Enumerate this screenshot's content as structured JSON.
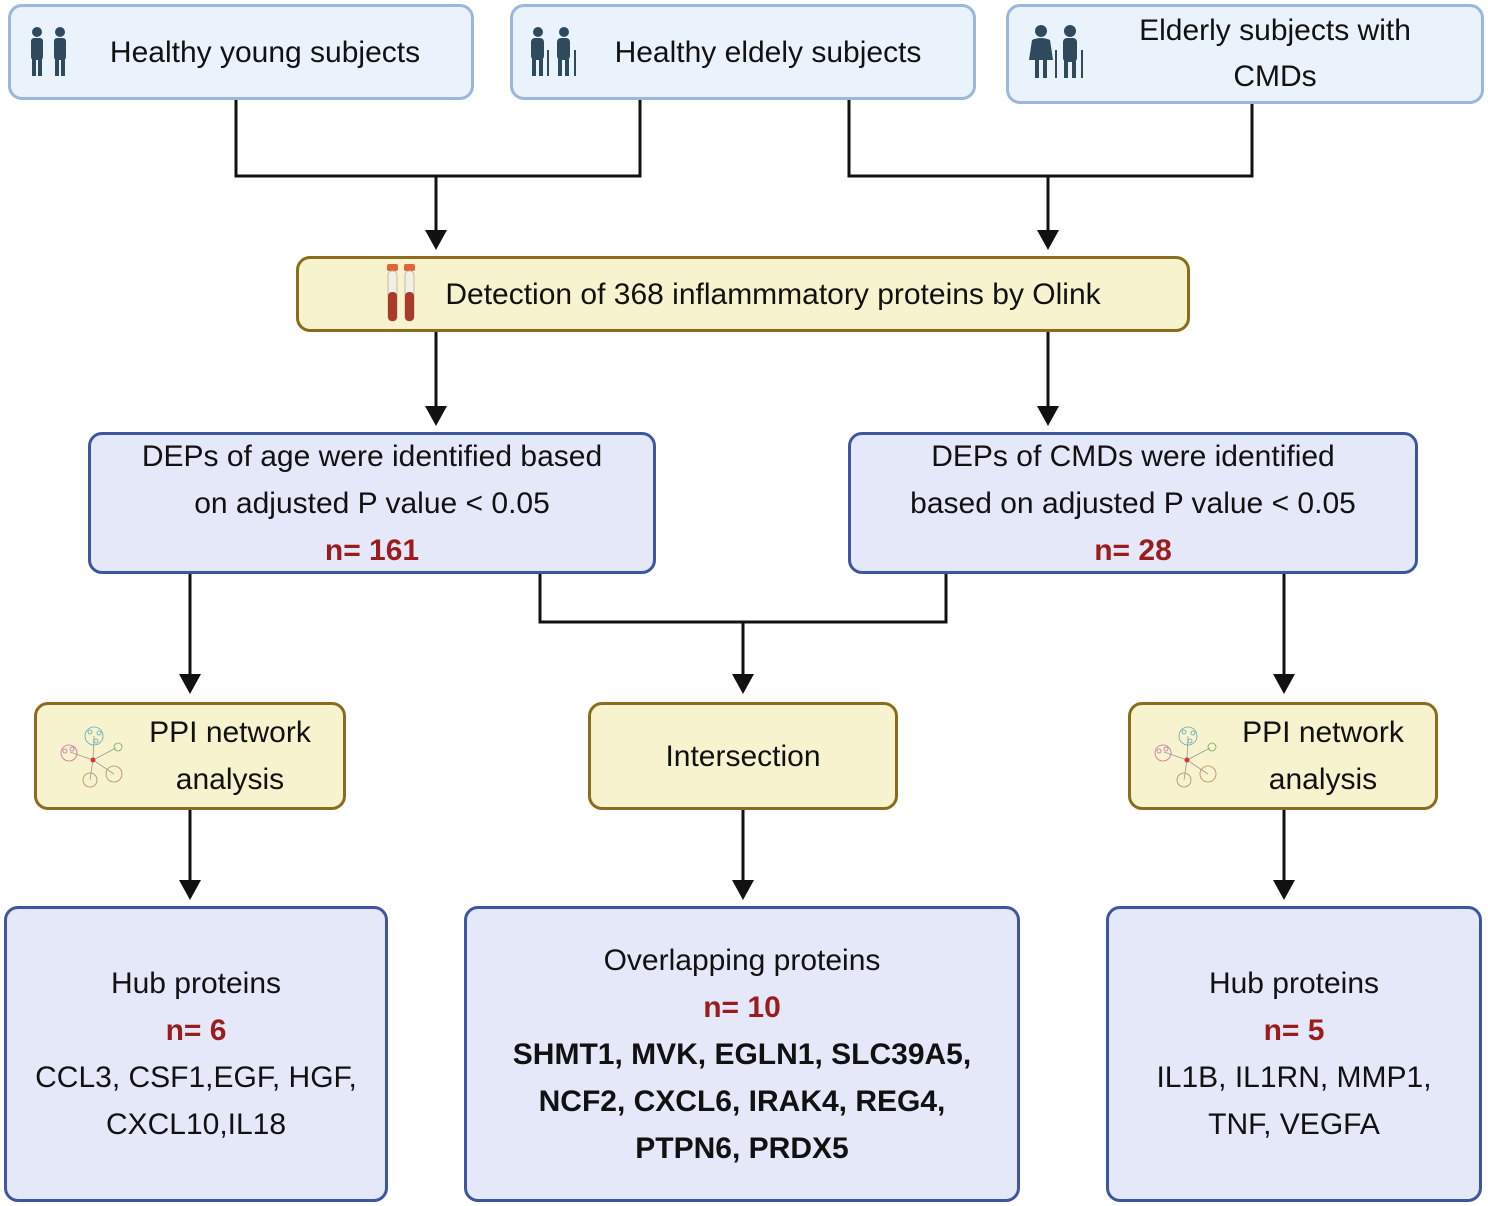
{
  "top_boxes": {
    "young": {
      "label": "Healthy young subjects",
      "icon": "two-people-icon"
    },
    "elderly": {
      "label": "Healthy eldely subjects",
      "icon": "two-people-with-canes-icon"
    },
    "cmd": {
      "line1": "Elderly subjects with",
      "line2": "CMDs",
      "icon": "elderly-couple-icon"
    }
  },
  "detection": {
    "label": "Detection of 368 inflammmatory proteins by Olink",
    "icon": "blood-tubes-icon"
  },
  "dep_age": {
    "line1": "DEPs of age were identified based",
    "line2": "on adjusted P value < 0.05",
    "count": "n= 161"
  },
  "dep_cmd": {
    "line1": "DEPs of CMDs were identified",
    "line2": "based on adjusted P value < 0.05",
    "count": "n= 28"
  },
  "ppi_left": {
    "line1": "PPI network",
    "line2": "analysis",
    "icon": "network-icon"
  },
  "intersection": {
    "label": "Intersection"
  },
  "ppi_right": {
    "line1": "PPI network",
    "line2": "analysis",
    "icon": "network-icon"
  },
  "hub_left": {
    "title": "Hub proteins",
    "count": "n= 6",
    "line1": "CCL3, CSF1,EGF, HGF,",
    "line2": "CXCL10,IL18"
  },
  "overlap": {
    "title": "Overlapping proteins",
    "count": "n= 10",
    "line1": "SHMT1, MVK, EGLN1, SLC39A5,",
    "line2": "NCF2, CXCL6, IRAK4, REG4,",
    "line3": "PTPN6, PRDX5"
  },
  "hub_right": {
    "title": "Hub proteins",
    "count": "n= 5",
    "line1": "IL1B, IL1RN, MMP1,",
    "line2": "TNF, VEGFA"
  },
  "colors": {
    "highlight_red": "#9a1c1c",
    "connector": "#111111",
    "blue_border": "#3e55a0",
    "yellow_border": "#8a6d1c"
  }
}
